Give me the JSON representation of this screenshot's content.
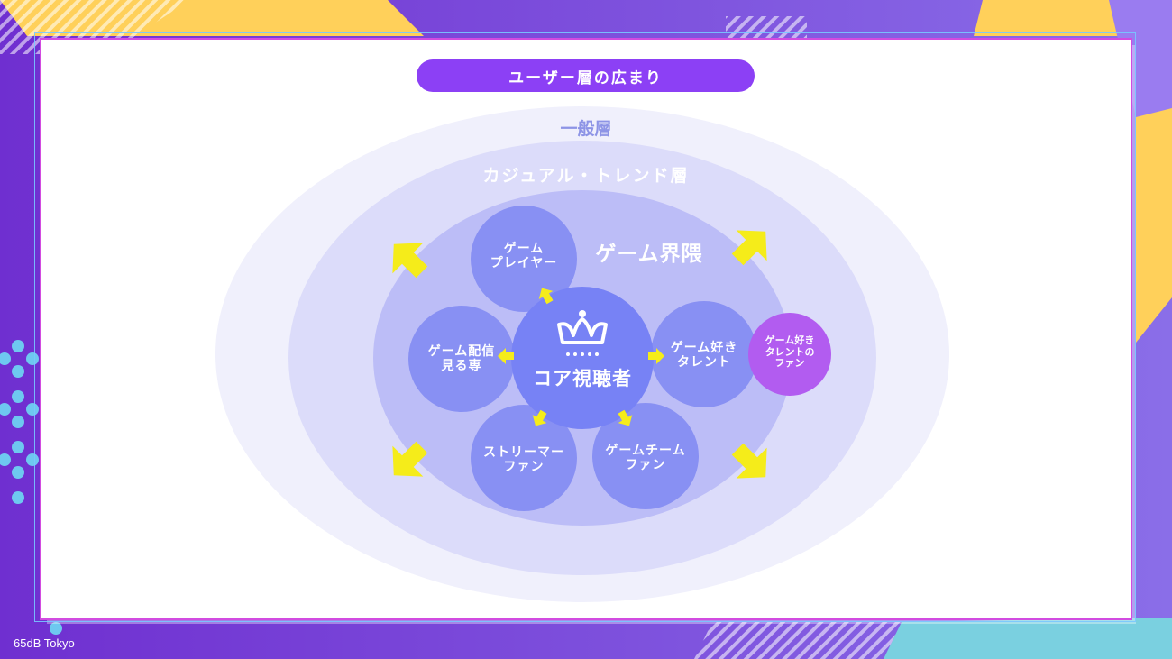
{
  "slide": {
    "title": "ユーザー層の広まり",
    "footer": "65dB Tokyo"
  },
  "layers": {
    "general": "一般層",
    "casual": "カジュアル・トレンド層",
    "game": "ゲーム界隈"
  },
  "core": {
    "label": "コア視聴者",
    "icon": "crown-icon"
  },
  "nodes": {
    "player": [
      "ゲーム",
      "プレイヤー"
    ],
    "stream_viewer": [
      "ゲーム配信",
      "見る専"
    ],
    "game_talent": [
      "ゲーム好き",
      "タレント"
    ],
    "streamer_fan": [
      "ストリーマー",
      "ファン"
    ],
    "team_fan": [
      "ゲームチーム",
      "ファン"
    ],
    "talent_fan": [
      "ゲーム好き",
      "タレントの",
      "ファン"
    ]
  },
  "colors": {
    "background": "#7b35d6",
    "accent_yellow": "#ffd05a",
    "arrow_yellow": "#f5ec1a",
    "title_pill": "#8c40f5",
    "outer_ellipse": "#f0f0fc",
    "casual_ellipse": "#dcdcfa",
    "game_ellipse": "#bcbdf7",
    "node_blue": "#8890f3",
    "core_blue": "#7782f5",
    "talent_fan_purple": "#b25cf0"
  }
}
